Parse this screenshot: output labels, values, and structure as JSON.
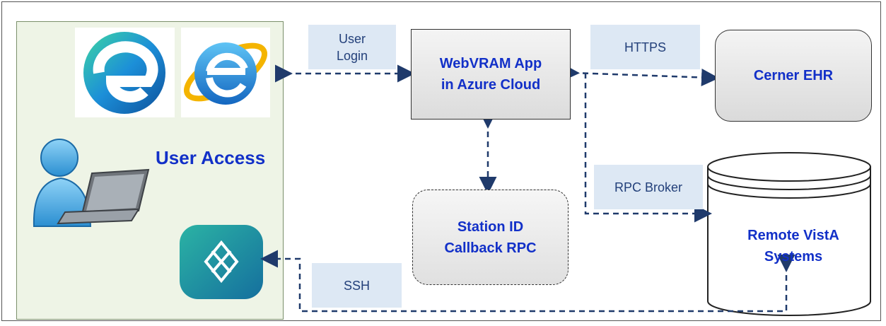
{
  "user_access": {
    "label": "User Access"
  },
  "nodes": {
    "app": "WebVRAM App\nin Azure Cloud",
    "ehr": "Cerner EHR",
    "station": "Station ID\nCallback RPC",
    "vista": "Remote VistA\nSystems"
  },
  "edge_labels": {
    "user_login": "User\nLogin",
    "https": "HTTPS",
    "rpc_broker": "RPC Broker",
    "ssh": "SSH"
  },
  "icons": [
    "edge-browser-icon",
    "internet-explorer-icon",
    "user-laptop-icon",
    "ssh-client-app-icon",
    "database-cylinder-icon"
  ],
  "colors": {
    "text_blue": "#1230c8",
    "label_bg": "#dde8f4",
    "arrow": "#1f3a6b",
    "panel_bg": "#eef4e6"
  }
}
